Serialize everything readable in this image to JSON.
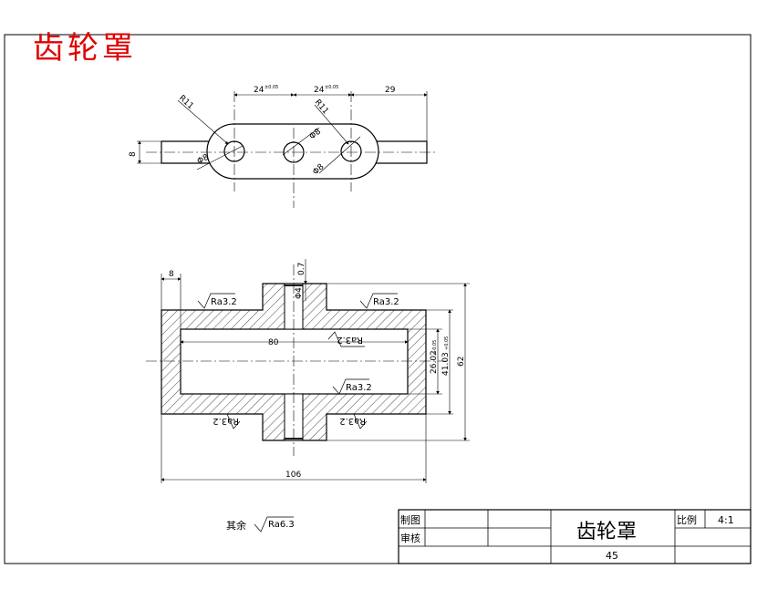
{
  "drawing": {
    "title": "齿轮罩",
    "top_view": {
      "dims": {
        "d1": "24",
        "d1_tol": "±0.05",
        "d2": "24",
        "d2_tol": "±0.05",
        "d3": "29",
        "height": "8",
        "r_left": "R11",
        "r_right": "R11",
        "dia_left": "Φ8",
        "dia_mid": "Φ8",
        "dia_right": "Φ8"
      }
    },
    "section_view": {
      "dims": {
        "top_left": "8",
        "top": "0.7",
        "slot": "Φ4",
        "inner_len": "80",
        "total_len": "106",
        "bore": "26.02",
        "bore_tol": "+0.05",
        "mid_dia": "41.03",
        "mid_tol": "+0.05",
        "outer": "62"
      },
      "roughness": {
        "ra1": "Ra3.2",
        "ra2": "Ra3.2",
        "ra3": "Ra3.2",
        "ra4": "Ra3.2",
        "ra5": "Ra3.2",
        "ra6": "Ra3.2"
      }
    },
    "note": {
      "label": "其余",
      "ra": "Ra6.3"
    }
  },
  "title_block": {
    "drawn": "制图",
    "checked": "审核",
    "name": "齿轮罩",
    "scale_label": "比例",
    "scale_value": "4:1",
    "number": "45"
  }
}
